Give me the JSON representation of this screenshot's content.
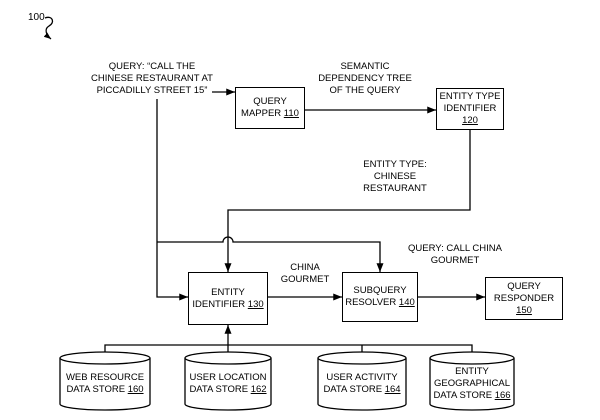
{
  "figure_label": "100",
  "query_text": [
    "QUERY: “CALL THE",
    "CHINESE RESTAURANT AT",
    "PICCADILLY STREET 15”"
  ],
  "semantic_tree_text": [
    "SEMANTIC",
    "DEPENDENCY TREE",
    "OF THE QUERY"
  ],
  "entity_type_text": [
    "ENTITY TYPE:",
    "CHINESE",
    "RESTAURANT"
  ],
  "entity_name_text": [
    "CHINA",
    "GOURMET"
  ],
  "subquery_text": [
    "QUERY: CALL CHINA",
    "GOURMET"
  ],
  "components": {
    "query_mapper": {
      "lines": [
        "QUERY",
        "MAPPER"
      ],
      "ref": "110"
    },
    "entity_type_identifier": {
      "lines": [
        "ENTITY TYPE",
        "IDENTIFIER"
      ],
      "ref": "120"
    },
    "entity_identifier": {
      "lines": [
        "ENTITY",
        "IDENTIFIER"
      ],
      "ref": "130"
    },
    "subquery_resolver": {
      "lines": [
        "SUBQUERY",
        "RESOLVER"
      ],
      "ref": "140"
    },
    "query_responder": {
      "lines": [
        "QUERY",
        "RESPONDER"
      ],
      "ref": "150"
    }
  },
  "data_stores": [
    {
      "lines": [
        "WEB RESOURCE",
        "DATA STORE"
      ],
      "ref": "160"
    },
    {
      "lines": [
        "USER LOCATION",
        "DATA STORE"
      ],
      "ref": "162"
    },
    {
      "lines": [
        "USER ACTIVITY",
        "DATA STORE"
      ],
      "ref": "164"
    },
    {
      "lines": [
        "ENTITY",
        "GEOGRAPHICAL",
        "DATA STORE"
      ],
      "ref": "166"
    }
  ]
}
